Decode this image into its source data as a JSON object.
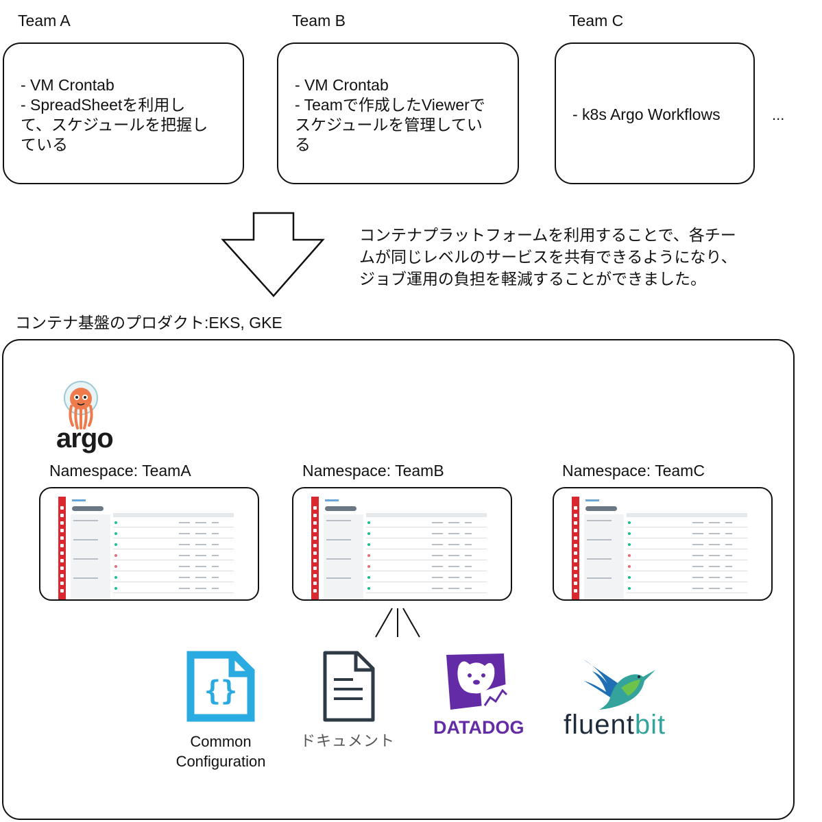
{
  "teams": [
    {
      "label": "Team A",
      "text": "- VM Crontab\n- SpreadSheetを利用し\nて、スケジュールを把握し\nている"
    },
    {
      "label": "Team B",
      "text": "- VM Crontab\n- Teamで作成したViewerで\nスケジュールを管理してい\nる"
    },
    {
      "label": "Team C",
      "text": "- k8s Argo Workflows"
    }
  ],
  "ellipsis": "...",
  "note": "コンテナプラットフォームを利用することで、各チー\nムが同じレベルのサービスを共有できるようになり、\nジョブ運用の負担を軽減することができました。",
  "platform_title": "コンテナ基盤のプロダクト:EKS, GKE",
  "argo_logo_text": "argo",
  "namespaces": [
    "Namespace: TeamA",
    "Namespace: TeamB",
    "Namespace: TeamC"
  ],
  "tools": {
    "config_caption": "Common\nConfiguration",
    "doc_caption": "ドキュメント",
    "datadog_text": "DATADOG",
    "fluent_text_a": "fluent",
    "fluent_text_b": "bit"
  },
  "colors": {
    "argo_red": "#d9282f",
    "config_blue": "#29aae1",
    "datadog_purple": "#632ca6",
    "fluentbit_teal": "#33a39b"
  }
}
